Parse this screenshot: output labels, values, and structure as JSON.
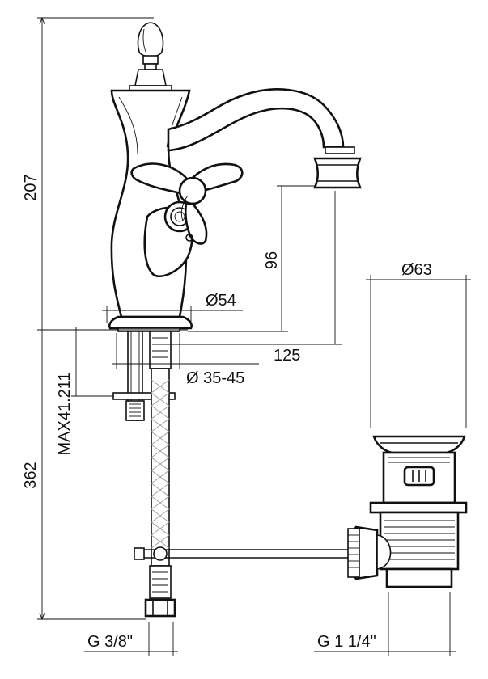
{
  "dimensions": {
    "height_spout": "207",
    "spout_height": "96",
    "base_diameter": "Ø54",
    "reach": "125",
    "hole_diameter": "Ø 35-45",
    "max_thickness": "MAX41.211",
    "below_counter": "362",
    "waste_diameter": "Ø63",
    "tap_thread": "G 3/8\"",
    "waste_thread": "G 1 1/4\""
  },
  "colors": {
    "line": "#111111",
    "background": "#ffffff",
    "shade": "#999999"
  }
}
